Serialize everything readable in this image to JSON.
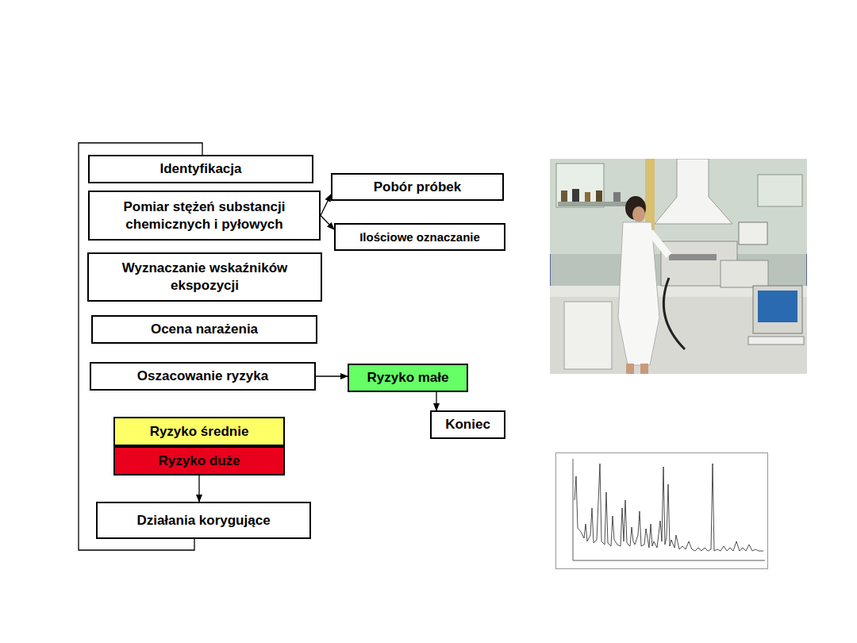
{
  "diagram": {
    "nodes": [
      {
        "text": [
          "Identyfikacja"
        ]
      },
      {
        "text": [
          "Pomiar stężeń substancji chemicznych i pyłowych"
        ]
      },
      {
        "text": [
          "Pobór próbek"
        ]
      },
      {
        "text": [
          "Ilościowe oznaczanie"
        ]
      },
      {
        "text": [
          "Wyznaczanie wskaźników ekspozycji"
        ]
      },
      {
        "text": [
          "Ocena narażenia"
        ]
      },
      {
        "text": [
          "Oszacowanie ryzyka"
        ]
      },
      {
        "text": [
          "Ryzyko małe"
        ]
      },
      {
        "text": [
          "Koniec"
        ]
      },
      {
        "text": [
          "Ryzyko średnie"
        ]
      },
      {
        "text": [
          "Ryzyko duże"
        ]
      },
      {
        "text": [
          "Działania korygujące"
        ]
      }
    ],
    "edges": [
      {
        "from": 1,
        "to": 2,
        "arrow": "to"
      },
      {
        "from": 1,
        "to": 3,
        "arrow": "to"
      },
      {
        "from": 6,
        "to": 7,
        "arrow": "to"
      },
      {
        "from": 7,
        "to": 8,
        "arrow": "to"
      },
      {
        "from": 10,
        "to": 11,
        "arrow": "to"
      },
      {
        "from": 11,
        "to": 0,
        "arrow": "none"
      }
    ]
  }
}
